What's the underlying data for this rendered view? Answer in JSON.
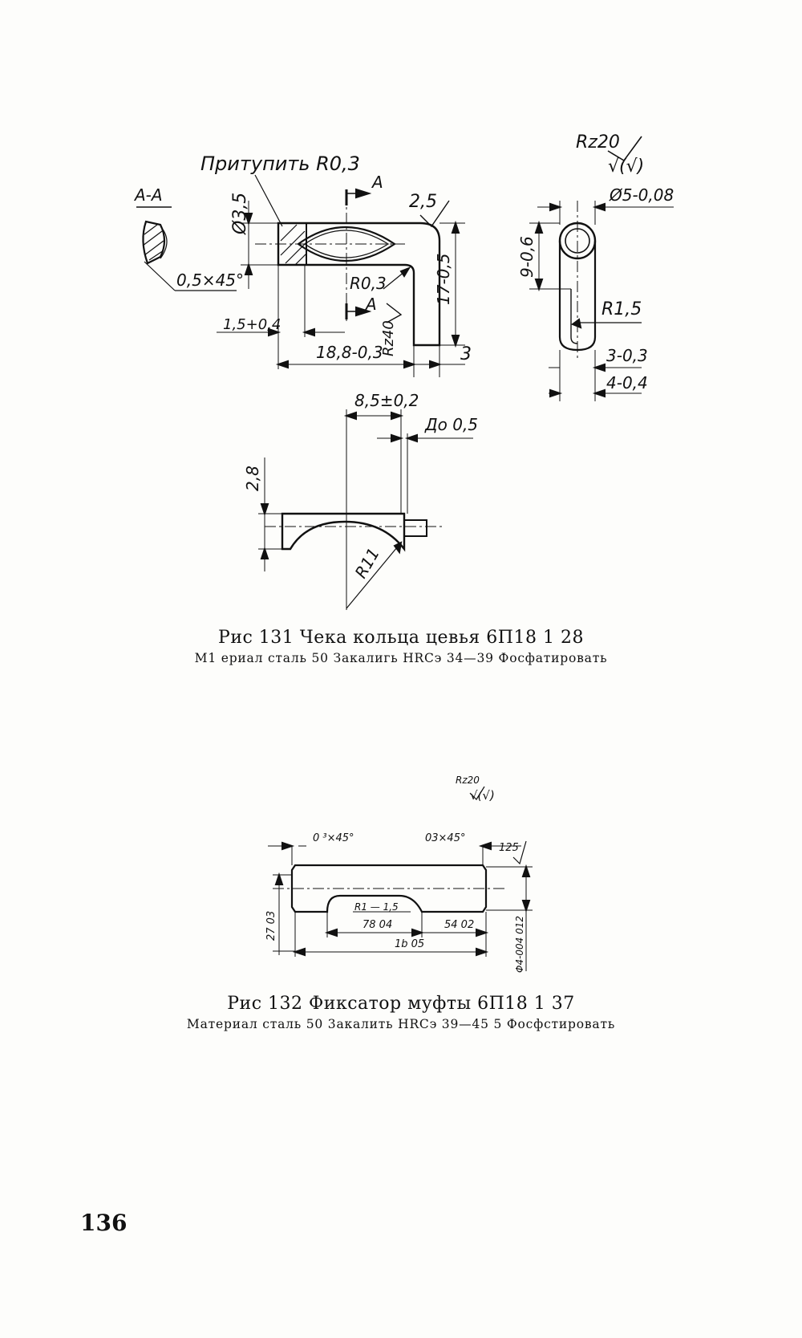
{
  "page_number": "136",
  "figure131": {
    "caption": "Рис 131 Чека кольца цевья 6П18 1 28",
    "material": "М1 ериал сталь 50 Закалигь НRCэ 34—39 Фосфатировать",
    "labels": {
      "blunt": "Притупить R0,3",
      "section": "А-А",
      "chamfer": "0,5×45°",
      "dia35": "Ø3,5",
      "cut_a": "А",
      "rough25": "2,5",
      "r03": "R0,3",
      "rz40": "Rz40",
      "d15": "1,5+0,4",
      "d188": "18,8-0,3",
      "d17": "17-0,5",
      "d3": "3",
      "d85": "8,5±0,2",
      "do05": "До 0,5",
      "d28": "2,8",
      "r11": "R11",
      "rz20": "Rz20",
      "rz20sym": "√(√)",
      "dia5": "Ø5-0,08",
      "d9": "9-0,6",
      "r15": "R1,5",
      "d3b": "3-0,3",
      "d4": "4-0,4"
    }
  },
  "figure132": {
    "caption": "Рис 132 Фиксатор муфты 6П18 1 37",
    "material": "Материал сталь 50 3акалить НRCэ 39—45 5 Фосфстировать",
    "labels": {
      "rz20": "Rz20",
      "rz20sym": "√(√)",
      "ch_left": "0 ³×45°",
      "ch_right": "03×45°",
      "d125": "125",
      "r115": "R1 — 1,5",
      "d78": "78 04",
      "d54": "54 02",
      "d16": "1b 05",
      "d27": "27 03",
      "dia4": "Φ4-004 012"
    }
  }
}
